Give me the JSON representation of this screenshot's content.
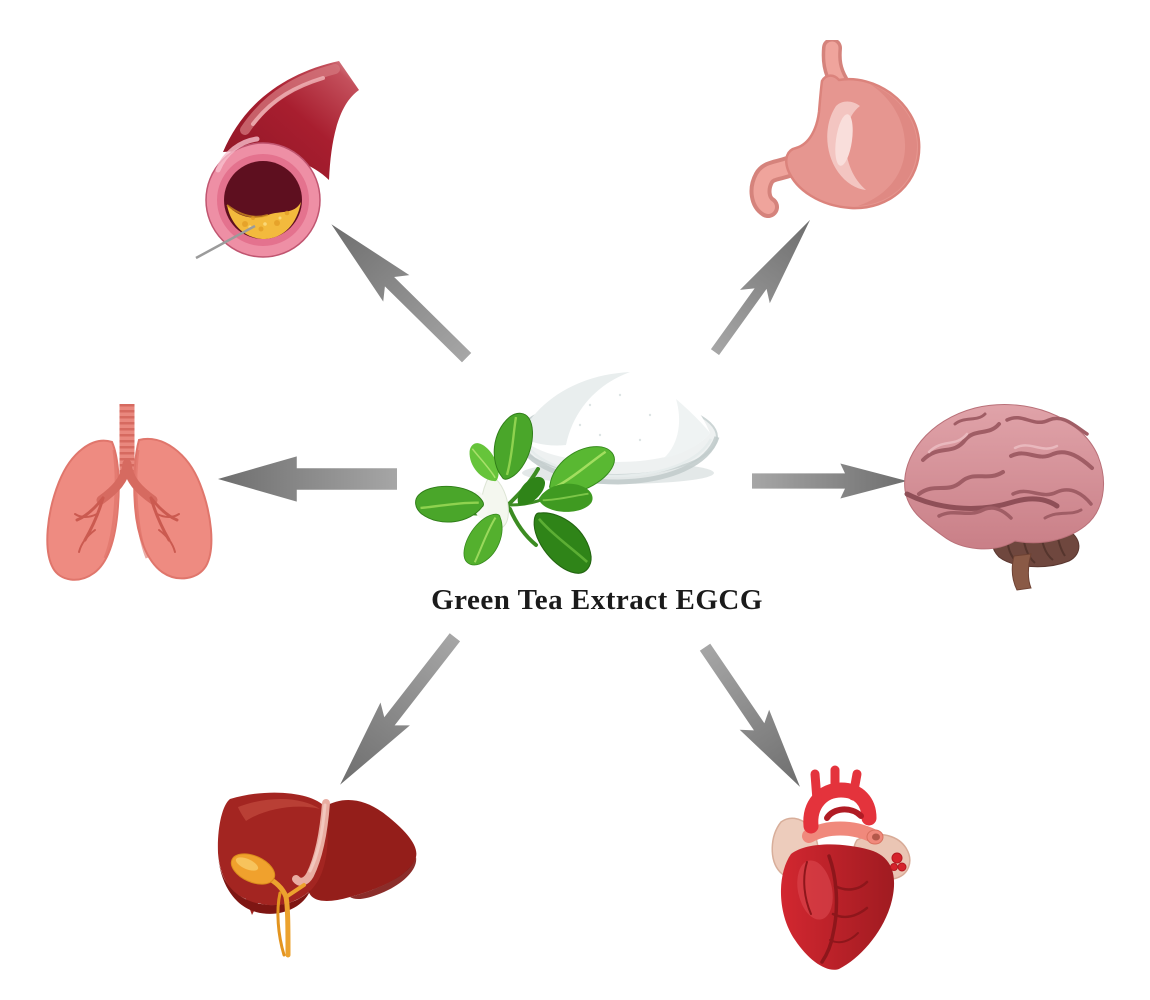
{
  "diagram": {
    "center_label": "Green Tea Extract EGCG",
    "center_icons": [
      "green-tea-leaves-icon",
      "egcg-powder-dish-icon"
    ],
    "background_color": "#ffffff",
    "title_color": "#1b1b1b",
    "arrow_color_light": "#a6a6a6",
    "arrow_color_dark": "#6e6e6e",
    "nodes": [
      {
        "icon": "blood-vessel-icon",
        "position": "top-left",
        "primary_color": "#a81e2f",
        "accent_color": "#f3ba3d"
      },
      {
        "icon": "stomach-icon",
        "position": "top-right",
        "primary_color": "#e69690"
      },
      {
        "icon": "lungs-icon",
        "position": "middle-left",
        "primary_color": "#ee8b81"
      },
      {
        "icon": "brain-icon",
        "position": "middle-right",
        "primary_color": "#d28b93"
      },
      {
        "icon": "liver-icon",
        "position": "bottom-left",
        "primary_color": "#a32521",
        "accent_color": "#f0a12d"
      },
      {
        "icon": "heart-icon",
        "position": "bottom-right",
        "primary_color": "#c5232a",
        "accent_color": "#e4333c"
      }
    ]
  }
}
